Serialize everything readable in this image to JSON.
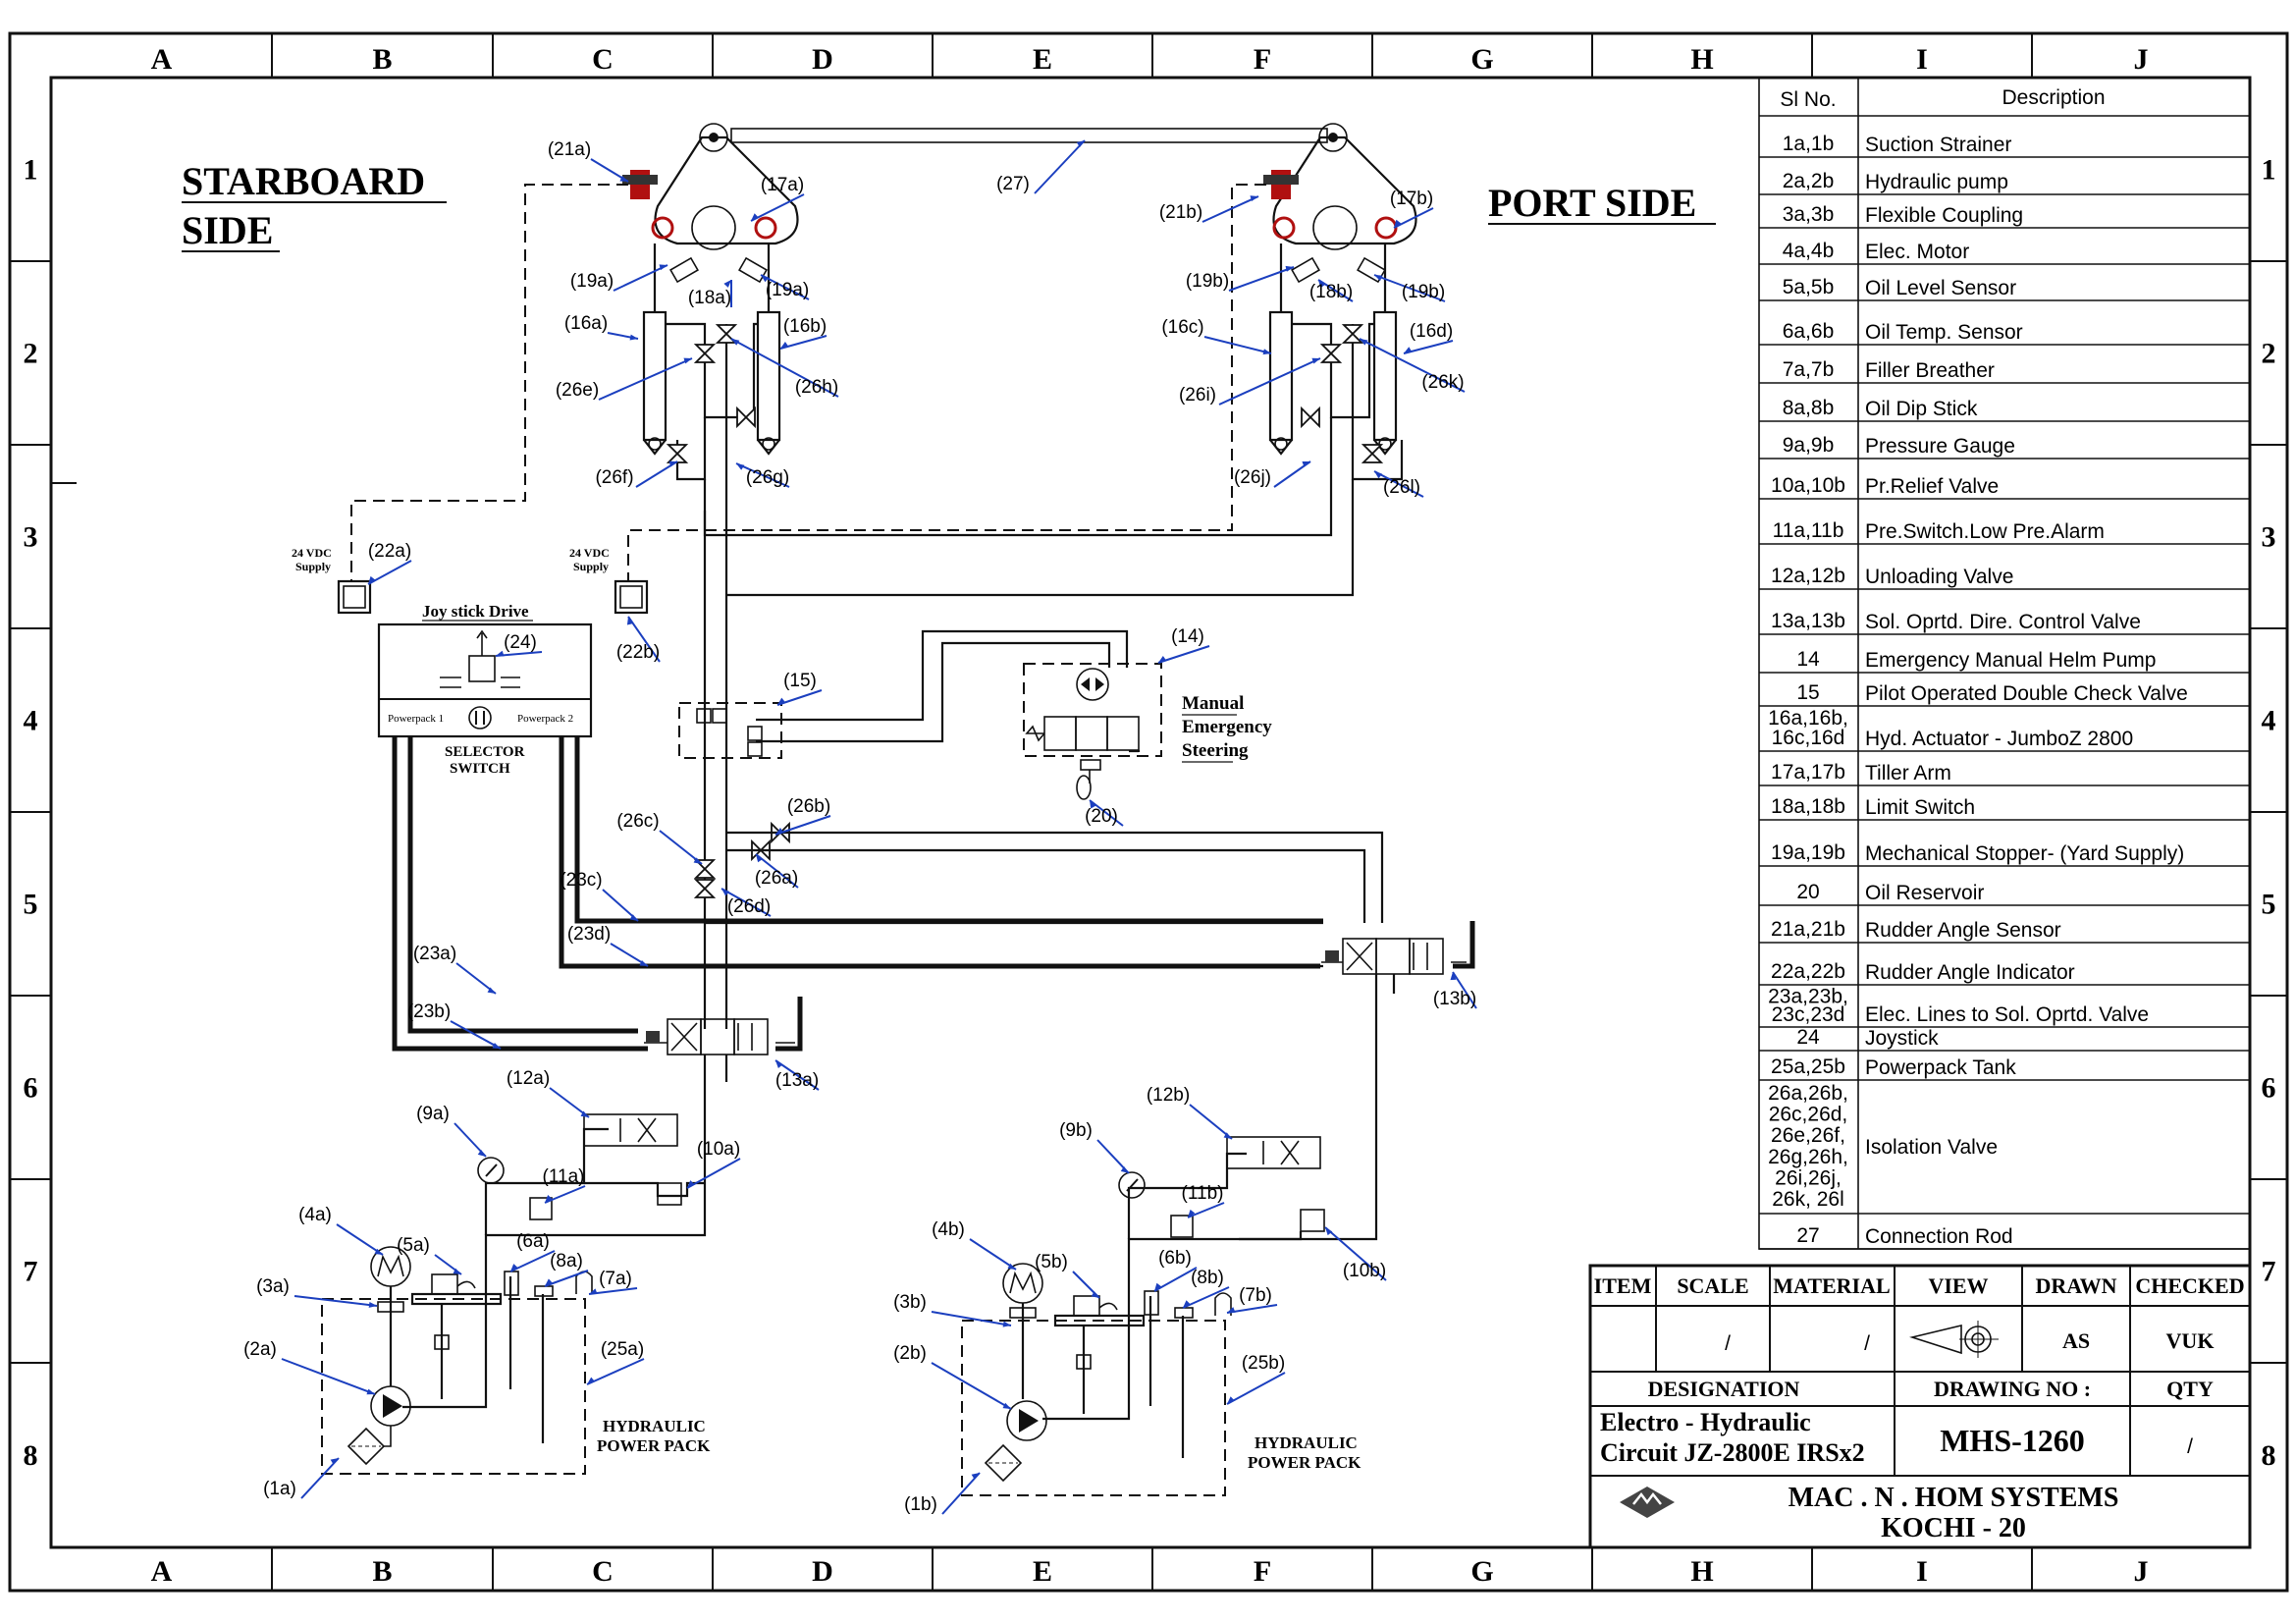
{
  "zones": {
    "columns": [
      "A",
      "B",
      "C",
      "D",
      "E",
      "F",
      "G",
      "H",
      "I",
      "J"
    ],
    "rows": [
      "1",
      "2",
      "3",
      "4",
      "5",
      "6",
      "7",
      "8"
    ]
  },
  "headings": {
    "starboard_line1": "STARBOARD",
    "starboard_line2": "SIDE",
    "port": "PORT SIDE",
    "joystick_drive": "Joy stick Drive",
    "selector_switch_line1": "SELECTOR",
    "selector_switch_line2": "SWITCH",
    "powerpack1": "Powerpack 1",
    "powerpack2": "Powerpack 2",
    "supply_a_line1": "24 VDC",
    "supply_a_line2": "Supply",
    "supply_b_line1": "24 VDC",
    "supply_b_line2": "Supply",
    "manual_line1": "Manual",
    "manual_line2": "Emergency",
    "manual_line3": "Steering",
    "hpp_a_line1": "HYDRAULIC",
    "hpp_a_line2": "POWER PACK",
    "hpp_b_line1": "HYDRAULIC",
    "hpp_b_line2": "POWER PACK"
  },
  "labels": {
    "l21a": "(21a)",
    "l17a": "(17a)",
    "l27": "(27)",
    "l21b": "(21b)",
    "l17b": "(17b)",
    "l19a1": "(19a)",
    "l18a": "(18a)",
    "l19a2": "(19a)",
    "l16a": "(16a)",
    "l16b": "(16b)",
    "l26e": "(26e)",
    "l26h": "(26h)",
    "l26f": "(26f)",
    "l26g": "(26g)",
    "l19b1": "(19b)",
    "l18b": "(18b)",
    "l19b2": "(19b)",
    "l16c": "(16c)",
    "l16d": "(16d)",
    "l26i": "(26i)",
    "l26k": "(26k)",
    "l26j": "(26j)",
    "l26l": "(26l)",
    "l22a": "(22a)",
    "l22b": "(22b)",
    "l24": "(24)",
    "l15": "(15)",
    "l14": "(14)",
    "l20": "(20)",
    "l26c": "(26c)",
    "l26b": "(26b)",
    "l26a": "(26a)",
    "l26d": "(26d)",
    "l23c": "(23c)",
    "l23d": "(23d)",
    "l23a": "(23a)",
    "l23b": "(23b)",
    "l13a": "(13a)",
    "l13b": "(13b)",
    "l12a": "(12a)",
    "l12b": "(12b)",
    "l9a": "(9a)",
    "l9b": "(9b)",
    "l11a": "(11a)",
    "l11b": "(11b)",
    "l10a": "(10a)",
    "l10b": "(10b)",
    "l4a": "(4a)",
    "l5a": "(5a)",
    "l6a": "(6a)",
    "l8a": "(8a)",
    "l7a": "(7a)",
    "l3a": "(3a)",
    "l2a": "(2a)",
    "l1a": "(1a)",
    "l25a": "(25a)",
    "l4b": "(4b)",
    "l5b": "(5b)",
    "l6b": "(6b)",
    "l8b": "(8b)",
    "l7b": "(7b)",
    "l3b": "(3b)",
    "l2b": "(2b)",
    "l1b": "(1b)",
    "l25b": "(25b)"
  },
  "parts_table": {
    "header_sl": "Sl No.",
    "header_desc": "Description",
    "rows": [
      {
        "sl": [
          "1a,1b"
        ],
        "desc": "Suction Strainer"
      },
      {
        "sl": [
          "2a,2b"
        ],
        "desc": "Hydraulic pump"
      },
      {
        "sl": [
          "3a,3b"
        ],
        "desc": "Flexible Coupling"
      },
      {
        "sl": [
          "4a,4b"
        ],
        "desc": "Elec. Motor"
      },
      {
        "sl": [
          "5a,5b"
        ],
        "desc": "Oil Level Sensor"
      },
      {
        "sl": [
          "6a,6b"
        ],
        "desc": "Oil Temp. Sensor"
      },
      {
        "sl": [
          "7a,7b"
        ],
        "desc": "Filler Breather"
      },
      {
        "sl": [
          "8a,8b"
        ],
        "desc": "Oil Dip Stick"
      },
      {
        "sl": [
          "9a,9b"
        ],
        "desc": "Pressure Gauge"
      },
      {
        "sl": [
          "10a,10b"
        ],
        "desc": "Pr.Relief Valve"
      },
      {
        "sl": [
          "11a,11b"
        ],
        "desc": "Pre.Switch.Low Pre.Alarm"
      },
      {
        "sl": [
          "12a,12b"
        ],
        "desc": "Unloading Valve"
      },
      {
        "sl": [
          "13a,13b"
        ],
        "desc": "Sol. Oprtd. Dire. Control Valve"
      },
      {
        "sl": [
          "14"
        ],
        "desc": "Emergency Manual Helm Pump"
      },
      {
        "sl": [
          "15"
        ],
        "desc": "Pilot Operated Double Check Valve"
      },
      {
        "sl": [
          "16a,16b,",
          "16c,16d"
        ],
        "desc": "Hyd. Actuator - JumboZ 2800"
      },
      {
        "sl": [
          "17a,17b"
        ],
        "desc": "Tiller Arm"
      },
      {
        "sl": [
          "18a,18b"
        ],
        "desc": "Limit Switch"
      },
      {
        "sl": [
          "19a,19b"
        ],
        "desc": "Mechanical Stopper- (Yard Supply)"
      },
      {
        "sl": [
          "20"
        ],
        "desc": "Oil Reservoir"
      },
      {
        "sl": [
          "21a,21b"
        ],
        "desc": "Rudder Angle Sensor"
      },
      {
        "sl": [
          "22a,22b"
        ],
        "desc": "Rudder Angle Indicator"
      },
      {
        "sl": [
          "23a,23b,",
          "23c,23d"
        ],
        "desc": "Elec. Lines to Sol. Oprtd. Valve"
      },
      {
        "sl": [
          "24"
        ],
        "desc": "Joystick"
      },
      {
        "sl": [
          "25a,25b"
        ],
        "desc": "Powerpack Tank"
      },
      {
        "sl": [
          "26a,26b,",
          "26c,26d,",
          "26e,26f,",
          "26g,26h,",
          "26i,26j,",
          "26k, 26l"
        ],
        "desc": "Isolation Valve"
      },
      {
        "sl": [
          "27"
        ],
        "desc": "Connection Rod"
      }
    ]
  },
  "title_block": {
    "item": "ITEM",
    "scale": "SCALE",
    "material": "MATERIAL",
    "view": "VIEW",
    "drawn": "DRAWN",
    "checked": "CHECKED",
    "scale_val": "/",
    "material_val": "/",
    "drawn_val": "AS",
    "checked_val": "VUK",
    "designation": "DESIGNATION",
    "drawing_no": "DRAWING  NO :",
    "qty": "QTY",
    "desc_line1": "Electro - Hydraulic",
    "desc_line2": "Circuit JZ-2800E IRSx2",
    "drawing_val": "MHS-1260",
    "qty_val": "/",
    "company_line1": "MAC . N . HOM  SYSTEMS",
    "company_line2": "KOCHI - 20"
  }
}
